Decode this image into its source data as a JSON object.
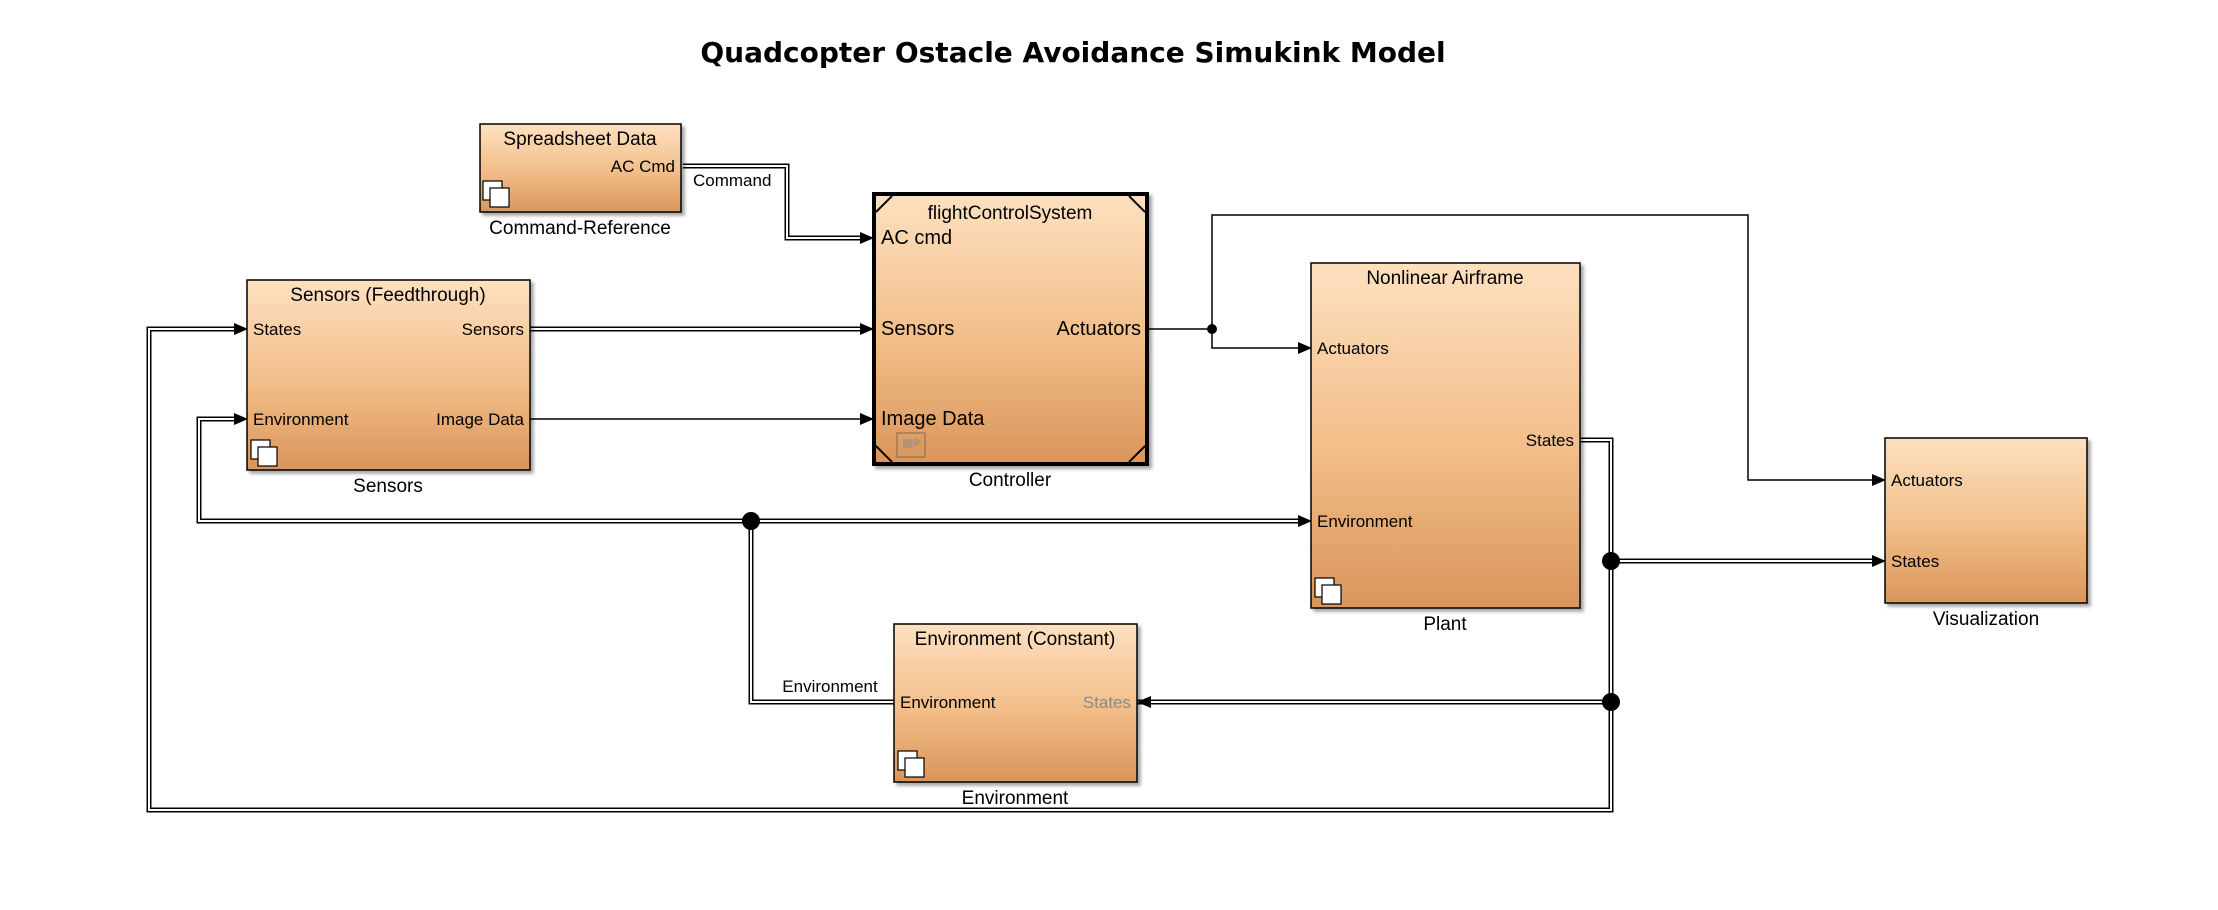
{
  "diagram": {
    "title": "Quadcopter Ostacle Avoidance Simukink Model"
  },
  "blocks": {
    "spreadsheet": {
      "title": "Spreadsheet Data",
      "out_port": "AC Cmd",
      "name": "Command-Reference"
    },
    "sensors": {
      "title": "Sensors (Feedthrough)",
      "in_states": "States",
      "in_environment": "Environment",
      "out_sensors": "Sensors",
      "out_image": "Image Data",
      "name": "Sensors"
    },
    "controller": {
      "title": "flightControlSystem",
      "in_ac": "AC cmd",
      "in_sensors": "Sensors",
      "in_image": "Image Data",
      "out_actuators": "Actuators",
      "name": "Controller"
    },
    "plant": {
      "title": "Nonlinear Airframe",
      "in_actuators": "Actuators",
      "in_environment": "Environment",
      "out_states": "States",
      "name": "Plant"
    },
    "environment": {
      "title": "Environment (Constant)",
      "out_environment": "Environment",
      "in_states": "States",
      "name": "Environment"
    },
    "visualization": {
      "in_actuators": "Actuators",
      "in_states": "States",
      "name": "Visualization"
    }
  },
  "signals": {
    "command": "Command",
    "environment": "Environment"
  },
  "colors": {
    "block_top": "#fcd9b5",
    "block_bottom": "#d99a5a",
    "border": "#000000",
    "line": "#000000"
  }
}
